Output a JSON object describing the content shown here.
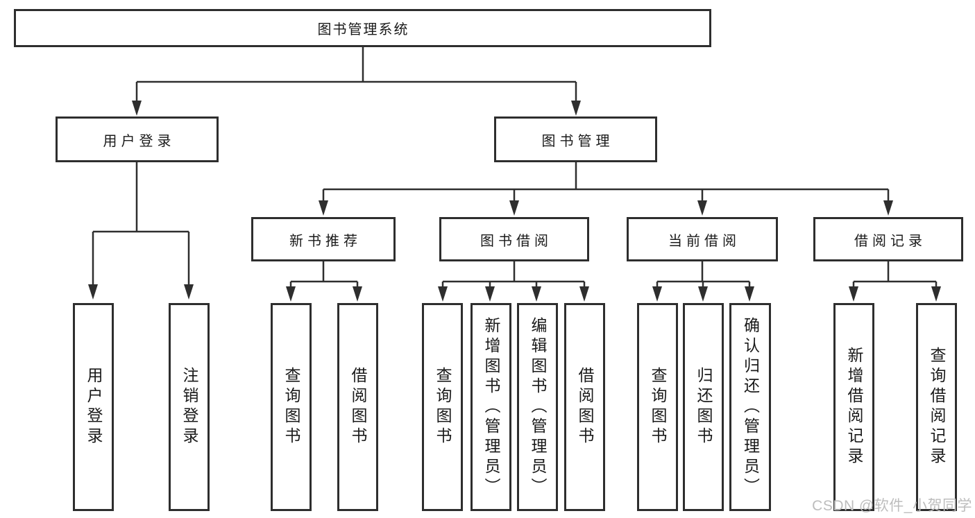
{
  "colors": {
    "line": "#2e2e2e",
    "box-border": "#2e2e2e",
    "text": "#1a1a1a",
    "bg": "#ffffff",
    "watermark": "#bdbdbd"
  },
  "watermark": {
    "text": "CSDN @软件_小贺同学"
  },
  "tree": {
    "root": "图书管理系统",
    "branches": [
      {
        "label": "用户登录",
        "leaves": [
          "用户登录",
          "注销登录"
        ]
      },
      {
        "label": "图书管理",
        "children": [
          {
            "label": "新书推荐",
            "leaves": [
              "查询图书",
              "借阅图书"
            ]
          },
          {
            "label": "图书借阅",
            "leaves": [
              "查询图书",
              "新增图书（管理员）",
              "编辑图书（管理员）",
              "借阅图书"
            ]
          },
          {
            "label": "当前借阅",
            "leaves": [
              "查询图书",
              "归还图书",
              "确认归还（管理员）"
            ]
          },
          {
            "label": "借阅记录",
            "leaves": [
              "新增借阅记录",
              "查询借阅记录"
            ]
          }
        ]
      }
    ]
  }
}
